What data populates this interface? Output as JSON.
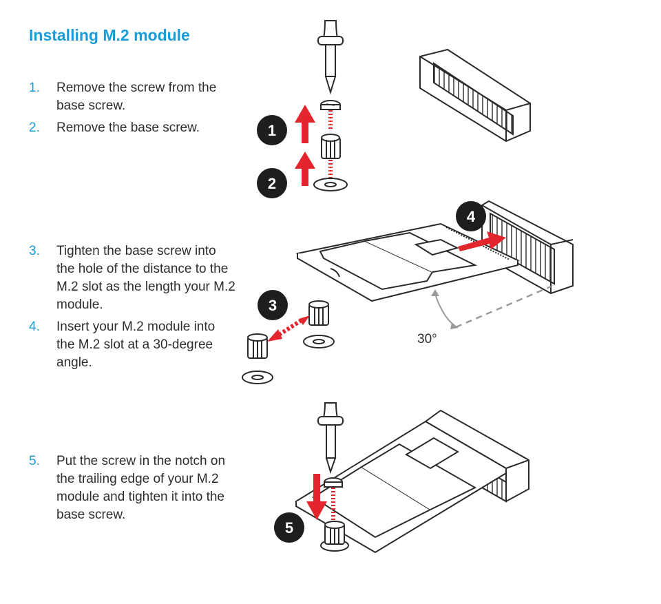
{
  "title": "Installing M.2 module",
  "colors": {
    "accent": "#1a9cd8",
    "arrow": "#e3262e",
    "badge": "#1e1e1e",
    "line": "#2a2a2a",
    "dashed": "#9a9a9a"
  },
  "steps_group_a": [
    {
      "number": "1.",
      "text": "Remove the screw from the base screw."
    },
    {
      "number": "2.",
      "text": "Remove the base screw."
    }
  ],
  "steps_group_b": [
    {
      "number": "3.",
      "text": "Tighten the base screw into the hole of the distance to the M.2 slot as the length your M.2 module."
    },
    {
      "number": "4.",
      "text": "Insert your M.2 module into the M.2 slot at a 30-degree angle."
    }
  ],
  "steps_group_c": [
    {
      "number": "5.",
      "text": "Put the screw in the notch on the trailing edge of your M.2 module and tighten it into the base screw."
    }
  ],
  "badges": [
    "1",
    "2",
    "3",
    "4",
    "5"
  ],
  "angle_label": "30°",
  "icons": [
    "screwdriver-icon",
    "screw-icon",
    "standoff-icon",
    "washer-icon",
    "m2-slot-icon",
    "m2-module-icon",
    "up-arrow-icon",
    "down-arrow-icon"
  ]
}
